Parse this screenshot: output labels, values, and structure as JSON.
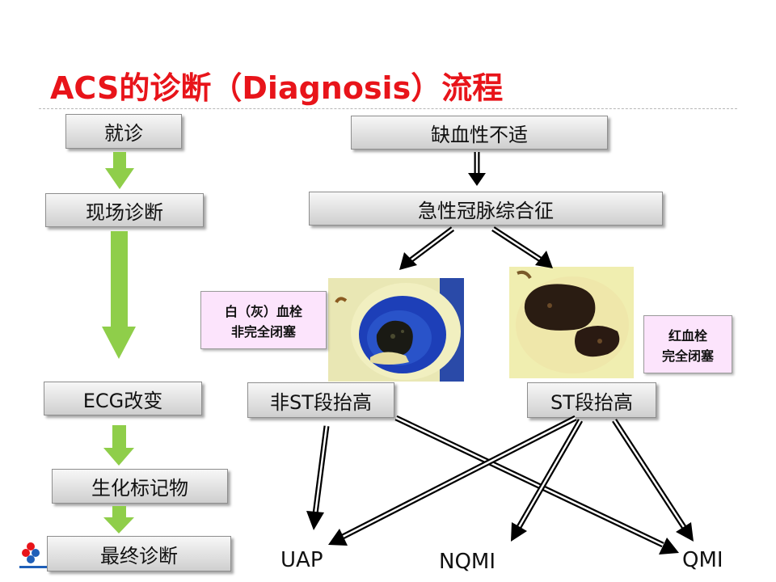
{
  "title": "ACS的诊断（Diagnosis）流程",
  "left_flow": [
    "就诊",
    "现场诊断",
    "ECG改变",
    "生化标记物",
    "最终诊断"
  ],
  "main_flow": {
    "top": "缺血性不适",
    "acs": "急性冠脉综合征",
    "non_st": "非ST段抬高",
    "st": "ST段抬高"
  },
  "thrombus_labels": {
    "white": [
      "白（灰）血栓",
      "非完全闭塞"
    ],
    "red": [
      "红血栓",
      "完全闭塞"
    ]
  },
  "outcomes": [
    "UAP",
    "NQMI",
    "QMI"
  ],
  "colors": {
    "title": "#e8141a",
    "green_arrow": "#8fce4a",
    "pink_box": "#fce4fc"
  }
}
